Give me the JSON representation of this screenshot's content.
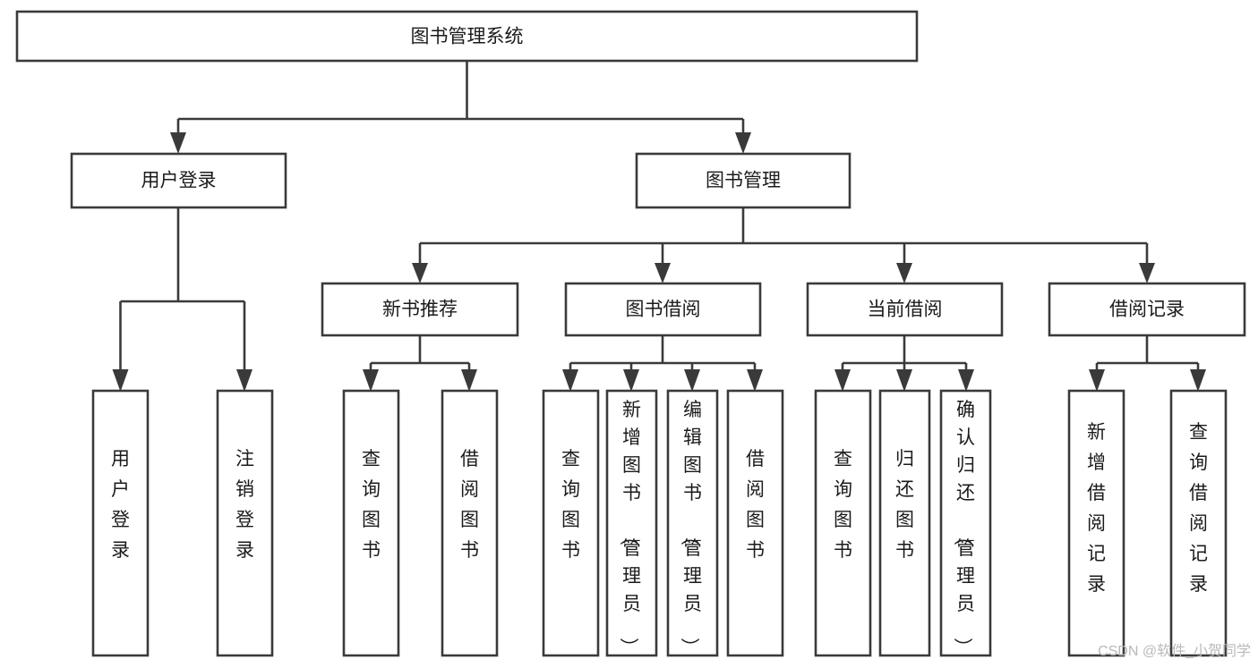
{
  "diagram": {
    "title": "图书管理系统",
    "type": "hierarchy-tree",
    "background_color": "#ffffff",
    "line_color": "#3a3a3a",
    "text_color": "#1b1b1b",
    "levels": 4,
    "root": {
      "id": "root",
      "label": "图书管理系统"
    },
    "level2": [
      {
        "id": "user-login",
        "label": "用户登录"
      },
      {
        "id": "book-management",
        "label": "图书管理"
      }
    ],
    "level3": [
      {
        "id": "new-book-recommend",
        "label": "新书推荐",
        "parent": "book-management"
      },
      {
        "id": "book-borrow",
        "label": "图书借阅",
        "parent": "book-management"
      },
      {
        "id": "current-borrow",
        "label": "当前借阅",
        "parent": "book-management"
      },
      {
        "id": "borrow-record",
        "label": "借阅记录",
        "parent": "book-management"
      }
    ],
    "leaves": [
      {
        "id": "leaf-user-login",
        "label": "用户登录",
        "parent": "user-login"
      },
      {
        "id": "leaf-user-logout",
        "label": "注销登录",
        "parent": "user-login"
      },
      {
        "id": "leaf-query-book-1",
        "label": "查询图书",
        "parent": "new-book-recommend"
      },
      {
        "id": "leaf-borrow-book-1",
        "label": "借阅图书",
        "parent": "new-book-recommend"
      },
      {
        "id": "leaf-query-book-2",
        "label": "查询图书",
        "parent": "book-borrow"
      },
      {
        "id": "leaf-add-book",
        "label": "新增图书（管理员）",
        "parent": "book-borrow"
      },
      {
        "id": "leaf-edit-book",
        "label": "编辑图书（管理员）",
        "parent": "book-borrow"
      },
      {
        "id": "leaf-borrow-book-2",
        "label": "借阅图书",
        "parent": "book-borrow"
      },
      {
        "id": "leaf-query-book-3",
        "label": "查询图书",
        "parent": "current-borrow"
      },
      {
        "id": "leaf-return-book",
        "label": "归还图书",
        "parent": "current-borrow"
      },
      {
        "id": "leaf-confirm-return",
        "label": "确认归还（管理员）",
        "parent": "current-borrow"
      },
      {
        "id": "leaf-add-record",
        "label": "新增借阅记录",
        "parent": "borrow-record"
      },
      {
        "id": "leaf-query-record",
        "label": "查询借阅记录",
        "parent": "borrow-record"
      }
    ]
  },
  "watermark": {
    "text": "CSDN @软件_小贺同学"
  }
}
